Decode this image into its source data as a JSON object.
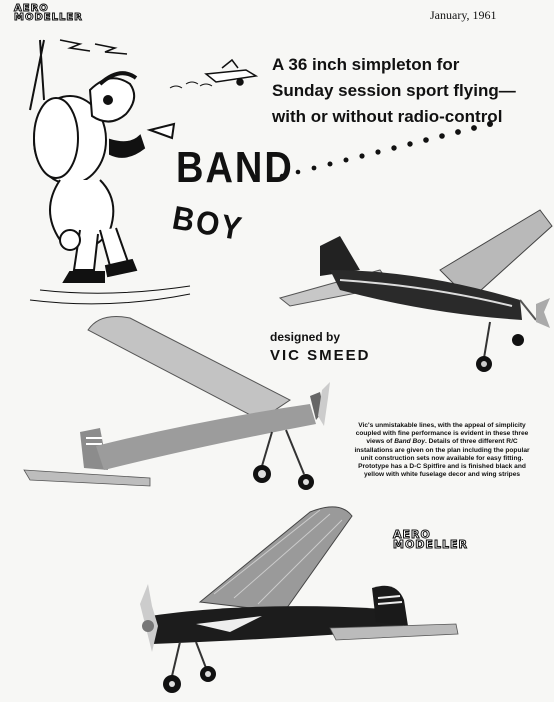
{
  "header": {
    "logo_line1": "AERO",
    "logo_line2": "MODELLER",
    "date": "January, 1961"
  },
  "headline": {
    "line1": "A 36 inch simpleton for",
    "line2": "Sunday session sport flying—",
    "line3": "with or without radio-control"
  },
  "title": {
    "word1": "BAND",
    "ellipsis": "......",
    "word2": "BOY"
  },
  "credit": {
    "label": "designed by",
    "name": "VIC SMEED"
  },
  "caption": {
    "text_before": "Vic's unmistakable lines, with the appeal of simplicity coupled with fine performance is evident in these three views of ",
    "model_name": "Band Boy",
    "text_after": ". Details of three different R/C installations are given on the plan including the popular unit construction sets now available for easy fitting. Prototype has a D-C Spitfire and is finished black and yellow with white fuselage decor and wing stripes"
  },
  "watermark": {
    "line1": "AERO",
    "line2": "MODELLER"
  },
  "colors": {
    "ink": "#111111",
    "paper": "#f7f7f5",
    "mid_grey": "#8c8c8c"
  }
}
